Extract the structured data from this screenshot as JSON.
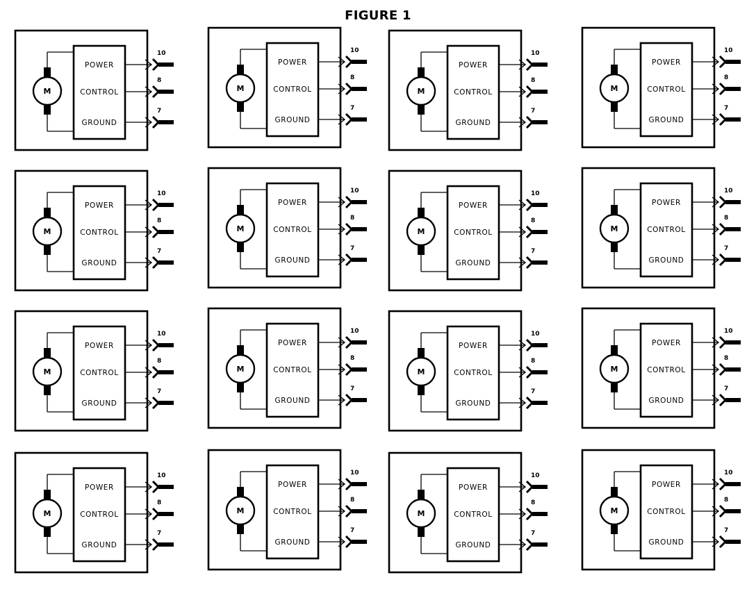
{
  "figure_title": "FIGURE 1",
  "grid": {
    "rows": 4,
    "cols": 4
  },
  "motor_label": "M",
  "signals": [
    {
      "label": "POWER",
      "pin": "10"
    },
    {
      "label": "CONTROL",
      "pin": "8"
    },
    {
      "label": "GROUND",
      "pin": "7"
    }
  ]
}
